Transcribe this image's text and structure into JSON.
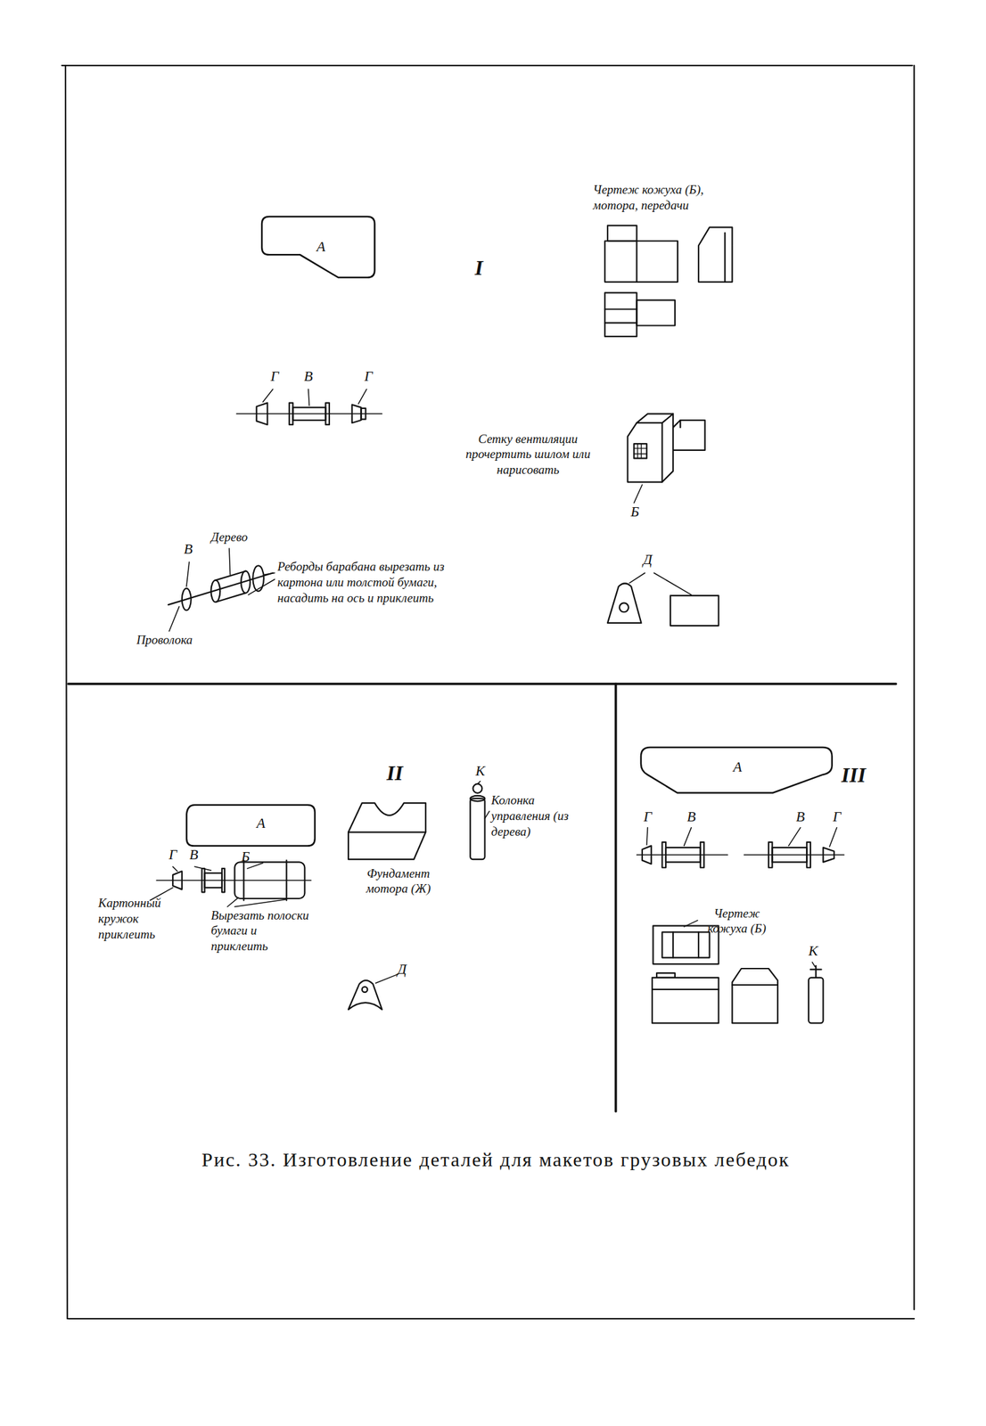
{
  "diagram": {
    "caption": "Рис. 33. Изготовление деталей для макетов грузовых лебедок",
    "nodes": [
      {
        "text": [
          "А"
        ]
      },
      {
        "text": [
          "А"
        ]
      },
      {
        "text": [
          "А"
        ]
      }
    ],
    "labels": [
      "I",
      "Чертеж кожуха (Б), мотора, передачи",
      "Г",
      "В",
      "Г",
      "Сетку вентиляции прочертить шилом или нарисовать",
      "Б",
      "Дерево",
      "В",
      "Реборды барабана вырезать из картона или толстой бумаги, насадить на ось и приклеить",
      "Проволока",
      "Д",
      "II",
      "К",
      "Колонка управления (из дерева)",
      "Г",
      "В",
      "Б",
      "Фундамент мотора (Ж)",
      "Картонный кружок приклеить",
      "Вырезать полоски бумаги и приклеить",
      "Д",
      "III",
      "Г",
      "В",
      "В",
      "Г",
      "Чертеж кожуха (Б)",
      "К"
    ]
  }
}
